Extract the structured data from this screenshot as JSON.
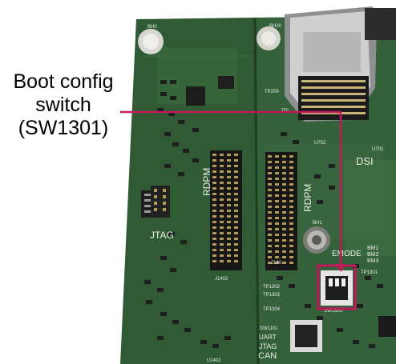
{
  "annotation": {
    "lines": [
      "Boot config",
      "switch",
      "(SW1301)"
    ],
    "color": "#c0185a"
  },
  "board_labels": {
    "rdpm_left": "RDPM",
    "rdpm_right": "RDPM",
    "jtag": "JTAG",
    "dsi": "DSI",
    "emode": "EMODE",
    "can": "CAN",
    "uart": "UART",
    "jtag_small": "JTAG",
    "bm1": "BM1",
    "bm2": "BM2",
    "bm3": "BM3",
    "sw1301": "SW1301",
    "sw1101": "SW1101",
    "bh0": "BH0",
    "bh1": "BH1",
    "bh20": "BH20",
    "j1402": "J1402",
    "j70": "J70",
    "j140": "J140",
    "tp209": "TP209",
    "tp1301": "TP1301",
    "tp1302": "TP1302",
    "tp1303": "TP1303",
    "tp1304": "TP1304",
    "u1402": "U1402",
    "u701": "U701",
    "u702": "U702"
  },
  "colors": {
    "pcb_green": "#2f5a33",
    "pcb_green_light": "#3c6b3e",
    "connector_black": "#1a1a1a",
    "pin_gold": "#b49a55",
    "metal": "#c9c9c9",
    "annotation": "#c0185a"
  }
}
